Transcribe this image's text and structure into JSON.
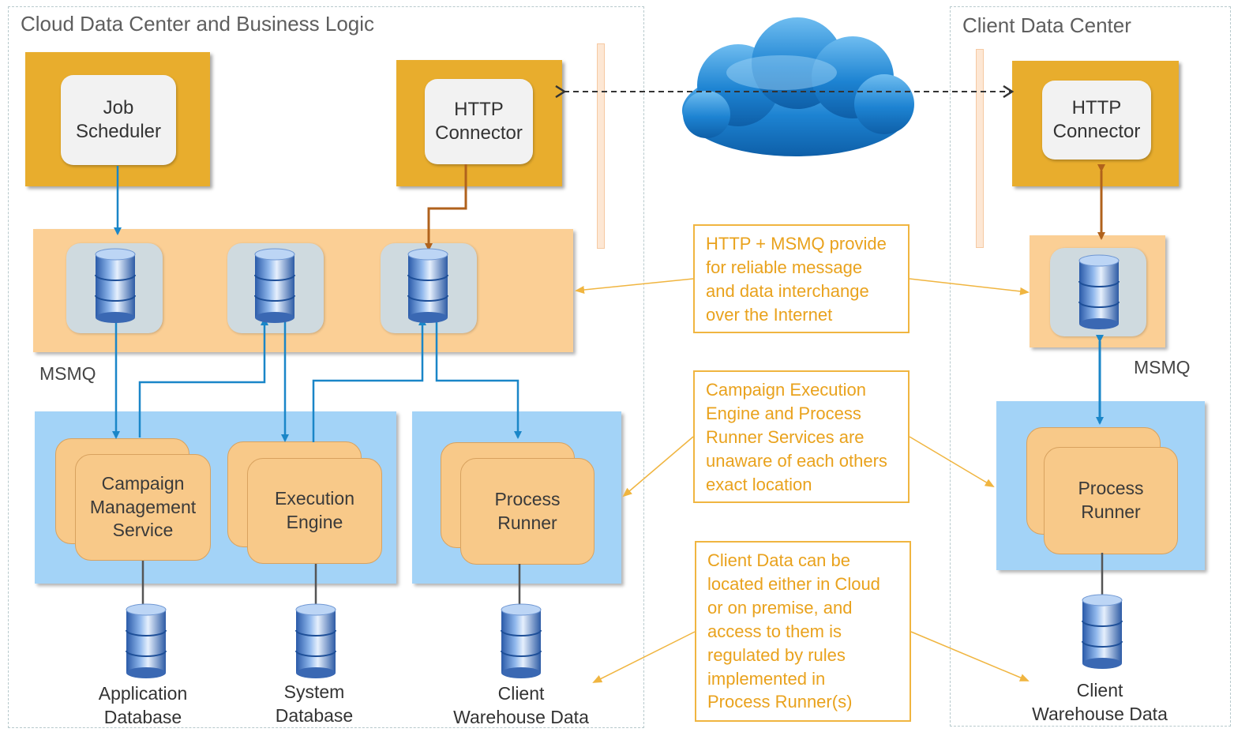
{
  "cloud_region": {
    "title": "Cloud Data Center and Business Logic"
  },
  "client_region": {
    "title": "Client Data Center"
  },
  "nodes": {
    "job_scheduler": "Job\nScheduler",
    "http_connector_cloud": "HTTP\nConnector",
    "http_connector_client": "HTTP\nConnector",
    "msmq_cloud": "MSMQ",
    "msmq_client": "MSMQ",
    "campaign_management_service": "Campaign\nManagement\nService",
    "execution_engine": "Execution\nEngine",
    "process_runner_cloud": "Process\nRunner",
    "process_runner_client": "Process\nRunner",
    "application_database": "Application\nDatabase",
    "system_database": "System\nDatabase",
    "client_warehouse_cloud": "Client\nWarehouse Data",
    "client_warehouse_client": "Client\nWarehouse Data"
  },
  "notes": {
    "reliable_messaging": "HTTP + MSMQ provide\nfor reliable message\nand data interchange\nover the Internet",
    "location_unaware": "Campaign Execution\nEngine and Process\nRunner Services are\nunaware of each others\nexact location",
    "client_data_location": "Client Data can be\nlocated either in Cloud\nor on premise, and\naccess to them is\nregulated by rules\nimplemented in\nProcess Runner(s)"
  },
  "colors": {
    "container_orange": "#e8ad2d",
    "msmq_band": "#fbcf95",
    "service_panel": "#a3d3f7",
    "service_box": "#f8c989",
    "note_text": "#e9a21d",
    "blue_arrow": "#1a86c8",
    "brown_arrow": "#b0621c",
    "gray_arrow": "#555555"
  },
  "icons": [
    "cloud-icon",
    "database-icon"
  ]
}
